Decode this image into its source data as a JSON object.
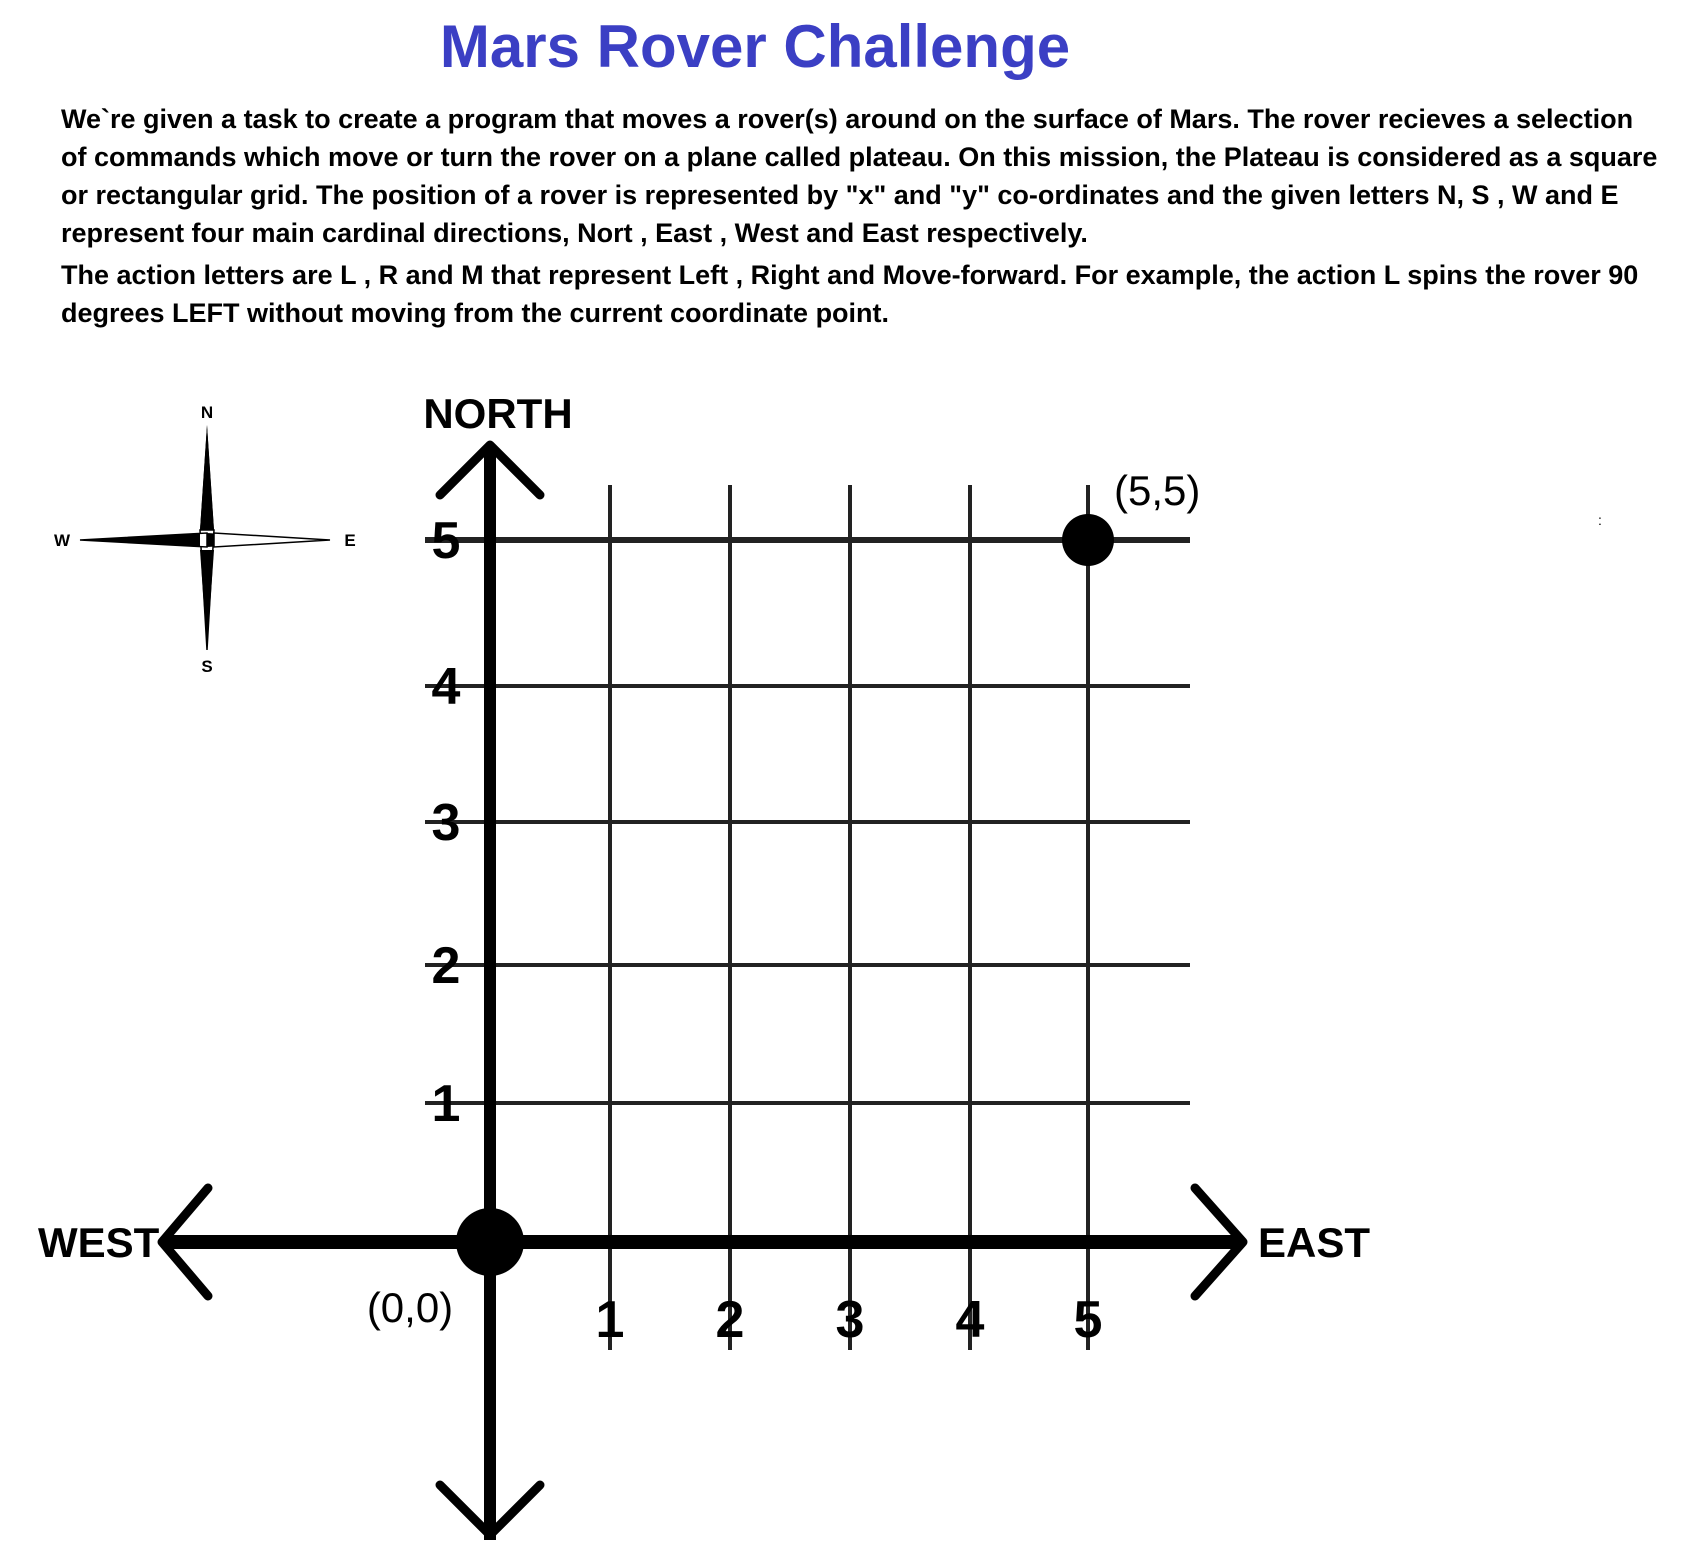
{
  "title": "Mars Rover Challenge",
  "paragraphs": [
    "We`re given a task to create a program that moves a rover(s) around on the surface of Mars. The rover recieves a selection of commands which move or turn the rover on a plane called plateau. On this mission, the Plateau is considered as a square or rectangular grid.  The position of a rover is represented by \"x\" and \"y\" co-ordinates and the given letters N, S , W and E represent four main cardinal directions, Nort , East , West and East respectively.",
    "The action letters are L , R and M that represent Left , Right and Move-forward. For example, the action L spins the rover 90 degrees LEFT without moving from the current coordinate point."
  ],
  "compass": {
    "n": "N",
    "e": "E",
    "s": "S",
    "w": "W"
  },
  "axes": {
    "north": "NORTH",
    "east": "EAST",
    "west": "WEST"
  },
  "x_ticks": [
    "1",
    "2",
    "3",
    "4",
    "5"
  ],
  "y_ticks": [
    "1",
    "2",
    "3",
    "4",
    "5"
  ],
  "points": [
    {
      "x": 0,
      "y": 0,
      "label": "(0,0)"
    },
    {
      "x": 5,
      "y": 5,
      "label": "(5,5)"
    }
  ],
  "colors": {
    "title": "#3b3fc4",
    "line": "#000000",
    "gridline": "#222222"
  }
}
